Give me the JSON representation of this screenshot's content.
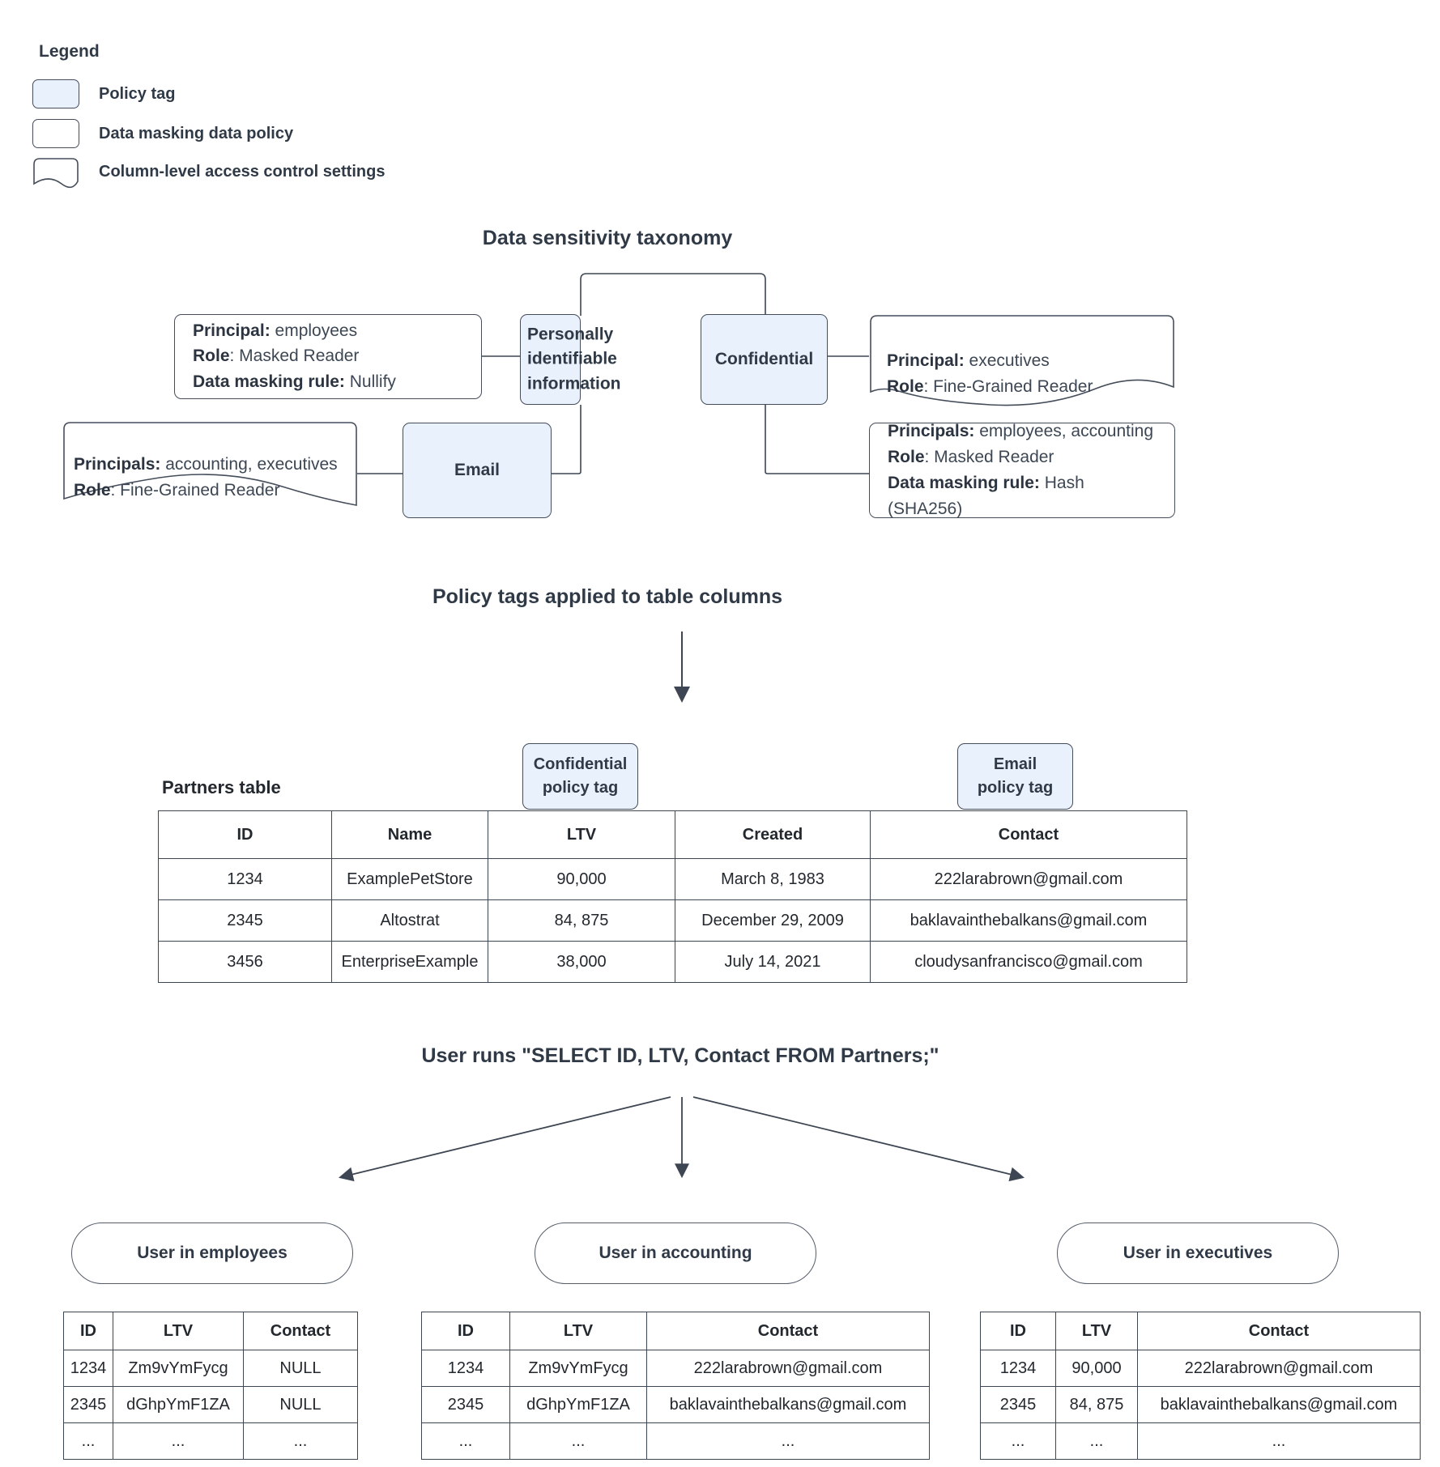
{
  "legend": {
    "title": "Legend",
    "items": [
      {
        "label": "Policy tag",
        "swatch": "policy-tag-swatch"
      },
      {
        "label": "Data masking data policy",
        "swatch": "data-masking-swatch"
      },
      {
        "label": "Column-level access control settings",
        "swatch": "column-access-swatch"
      }
    ]
  },
  "taxonomy": {
    "title": "Data sensitivity taxonomy",
    "tags": {
      "pii": "Personally identifiable information",
      "confidential": "Confidential",
      "email": "Email"
    },
    "policies": {
      "pii_masking": {
        "line1_label": "Principal:",
        "line1_value": " employees",
        "line2_label": "Role",
        "line2_value": ": Masked Reader",
        "line3_label": "Data masking rule:",
        "line3_value": " Nullify"
      },
      "email_access": {
        "line1_label": "Principals:",
        "line1_value": " accounting, executives",
        "line2_label": "Role",
        "line2_value": ": Fine-Grained Reader"
      },
      "confidential_access": {
        "line1_label": "Principal:",
        "line1_value": " executives",
        "line2_label": "Role",
        "line2_value": ": Fine-Grained Reader"
      },
      "confidential_masking": {
        "line1_label": "Principals:",
        "line1_value": " employees, accounting",
        "line2_label": "Role",
        "line2_value": ": Masked Reader",
        "line3_label": "Data masking rule:",
        "line3_value": " Hash (SHA256)"
      }
    }
  },
  "applied": {
    "title": "Policy tags applied to table columns",
    "table_label": "Partners table",
    "callouts": [
      {
        "line1": "Confidential",
        "line2": "policy tag"
      },
      {
        "line1": "Email",
        "line2": "policy tag"
      }
    ],
    "partners_table": {
      "columns": [
        "ID",
        "Name",
        "LTV",
        "Created",
        "Contact"
      ],
      "rows": [
        [
          "1234",
          "ExamplePetStore",
          "90,000",
          "March 8, 1983",
          "222larabrown@gmail.com"
        ],
        [
          "2345",
          "Altostrat",
          "84, 875",
          "December 29, 2009",
          "baklavainthebalkans@gmail.com"
        ],
        [
          "3456",
          "EnterpriseExample",
          "38,000",
          "July 14, 2021",
          "cloudysanfrancisco@gmail.com"
        ]
      ]
    }
  },
  "query": {
    "title": "User runs \"SELECT ID, LTV, Contact FROM Partners;\""
  },
  "results": [
    {
      "pill": "User in employees",
      "columns": [
        "ID",
        "LTV",
        "Contact"
      ],
      "rows": [
        [
          "1234",
          "Zm9vYmFycg",
          "NULL"
        ],
        [
          "2345",
          "dGhpYmF1ZA",
          "NULL"
        ],
        [
          "...",
          "...",
          "..."
        ]
      ]
    },
    {
      "pill": "User in accounting",
      "columns": [
        "ID",
        "LTV",
        "Contact"
      ],
      "rows": [
        [
          "1234",
          "Zm9vYmFycg",
          "222larabrown@gmail.com"
        ],
        [
          "2345",
          "dGhpYmF1ZA",
          "baklavainthebalkans@gmail.com"
        ],
        [
          "...",
          "...",
          "..."
        ]
      ]
    },
    {
      "pill": "User in executives",
      "columns": [
        "ID",
        "LTV",
        "Contact"
      ],
      "rows": [
        [
          "1234",
          "90,000",
          "222larabrown@gmail.com"
        ],
        [
          "2345",
          "84, 875",
          "baklavainthebalkans@gmail.com"
        ],
        [
          "...",
          "...",
          "..."
        ]
      ]
    }
  ],
  "colors": {
    "policy_tag_fill": "#e9f1fc",
    "stroke": "#454d5b",
    "text": "#303a47"
  }
}
